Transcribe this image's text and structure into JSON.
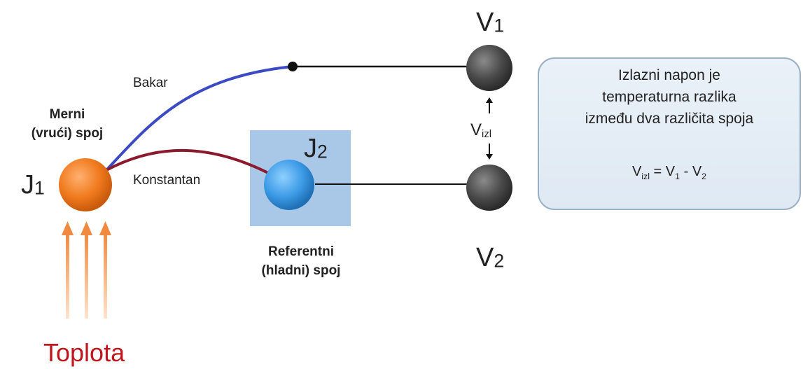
{
  "labels": {
    "wire_copper": "Bakar",
    "wire_constantan": "Konstantan",
    "measuring_junction_line1": "Merni",
    "measuring_junction_line2": "(vrući) spoj",
    "reference_junction_line1": "Referentni",
    "reference_junction_line2": "(hladni) spoj",
    "heat": "Toplota"
  },
  "junctions": {
    "j1": {
      "letter": "J",
      "index": "1"
    },
    "j2": {
      "letter": "J",
      "index": "2"
    }
  },
  "terminals": {
    "v1": {
      "letter": "V",
      "index": "1"
    },
    "v2": {
      "letter": "V",
      "index": "2"
    }
  },
  "output": {
    "letter": "V",
    "sub": "izl"
  },
  "infobox": {
    "line1": "Izlazni napon je",
    "line2": "temperaturna razlika",
    "line3": "između dva različita spoja",
    "formula": {
      "lhs_letter": "V",
      "lhs_sub": "izl",
      "eq": " = ",
      "t1_letter": "V",
      "t1_sub": "1",
      "minus": " - ",
      "t2_letter": "V",
      "t2_sub": "2"
    }
  },
  "colors": {
    "copper_wire": "#3c4bc4",
    "constantan_wire": "#8c1a2e",
    "hot_junction": "#f07a1e",
    "cold_junction": "#3d9be6",
    "reference_block": "#a9c8e8",
    "terminal": "#4a4a4a",
    "heat_arrows": "#f0a060",
    "heat_text": "#c0171e"
  }
}
